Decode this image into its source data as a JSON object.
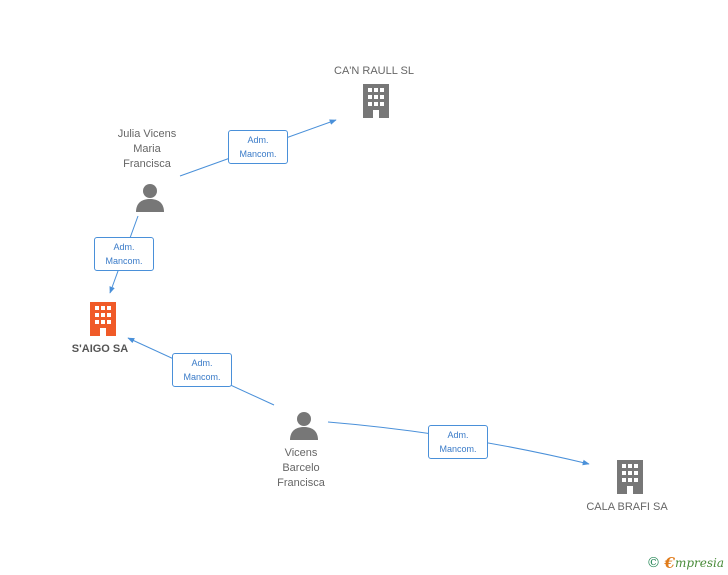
{
  "colors": {
    "edge": "#4a90d9",
    "node_icon": "#777777",
    "focus_icon": "#f05a28",
    "edge_text": "#3a7bc8"
  },
  "nodes": [
    {
      "id": "canraull",
      "type": "company",
      "label": "CA'N RAULL SL",
      "focus": false
    },
    {
      "id": "julia",
      "type": "person",
      "label": "Julia Vicens\nMaria\nFrancisca",
      "focus": false
    },
    {
      "id": "saigo",
      "type": "company",
      "label": "S'AIGO SA",
      "focus": true
    },
    {
      "id": "vicens",
      "type": "person",
      "label": "Vicens\nBarcelo\nFrancisca",
      "focus": false
    },
    {
      "id": "calabrafi",
      "type": "company",
      "label": "CALA BRAFI SA",
      "focus": false
    }
  ],
  "edges": [
    {
      "from": "julia",
      "to": "canraull",
      "label": "Adm.\nMancom."
    },
    {
      "from": "julia",
      "to": "saigo",
      "label": "Adm.\nMancom."
    },
    {
      "from": "vicens",
      "to": "saigo",
      "label": "Adm.\nMancom."
    },
    {
      "from": "vicens",
      "to": "calabrafi",
      "label": "Adm.\nMancom."
    }
  ],
  "footer": {
    "copyright_symbol": "©",
    "brand_initial": "€",
    "brand_rest": "mpresia"
  }
}
